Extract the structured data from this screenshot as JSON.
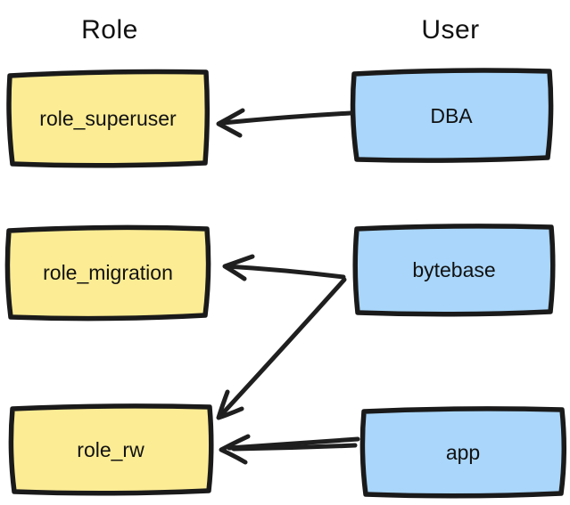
{
  "diagram": {
    "columns": {
      "left_header": "Role",
      "right_header": "User"
    },
    "colors": {
      "role_fill": "#FCEC94",
      "user_fill": "#A9D6FA",
      "stroke": "#1a1a1a",
      "text": "#111111",
      "background": "#ffffff"
    },
    "roles": [
      {
        "label": "role_superuser"
      },
      {
        "label": "role_migration"
      },
      {
        "label": "role_rw"
      }
    ],
    "users": [
      {
        "label": "DBA"
      },
      {
        "label": "bytebase"
      },
      {
        "label": "app"
      }
    ],
    "edges": [
      {
        "from": "DBA",
        "to": "role_superuser"
      },
      {
        "from": "bytebase",
        "to": "role_migration"
      },
      {
        "from": "bytebase",
        "to": "role_rw"
      },
      {
        "from": "app",
        "to": "role_rw"
      }
    ]
  }
}
